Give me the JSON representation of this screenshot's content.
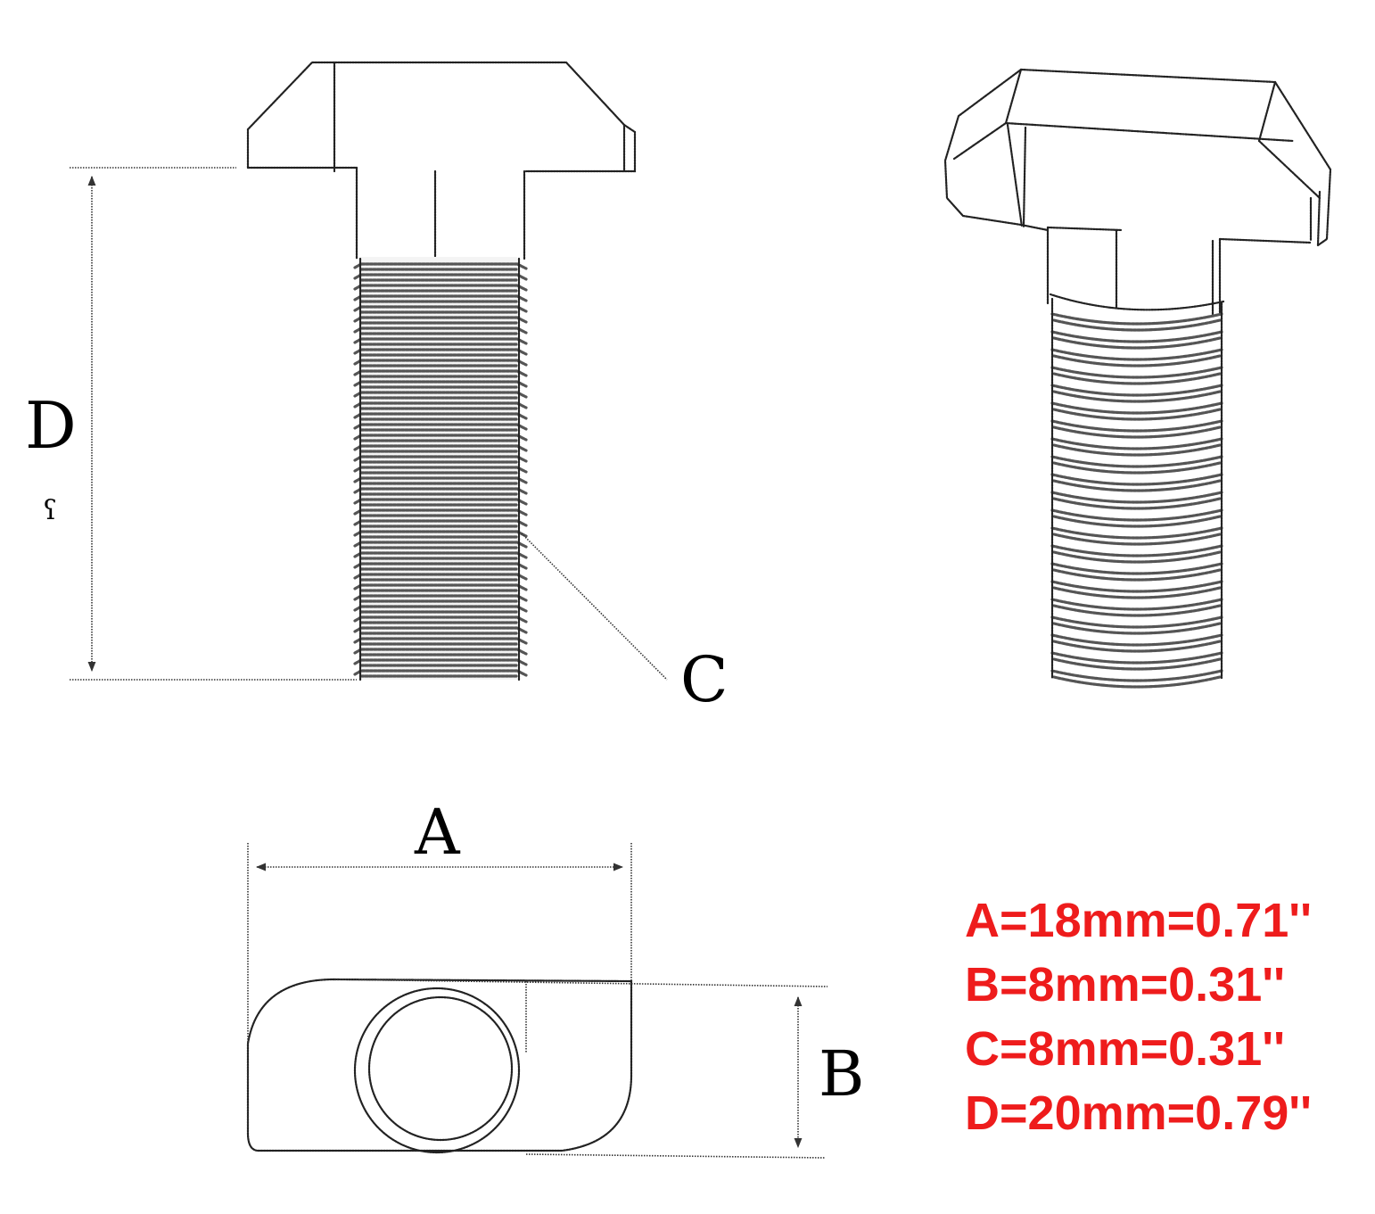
{
  "diagram": {
    "labels": {
      "a": "A",
      "b": "B",
      "c": "C",
      "d": "D"
    },
    "views": [
      "side-view",
      "perspective-view",
      "top-view"
    ]
  },
  "specs": {
    "color": "#ee1c1c",
    "lines": [
      "A=18mm=0.71''",
      "B=8mm=0.31''",
      "C=8mm=0.31''",
      "D=20mm=0.79''"
    ]
  }
}
